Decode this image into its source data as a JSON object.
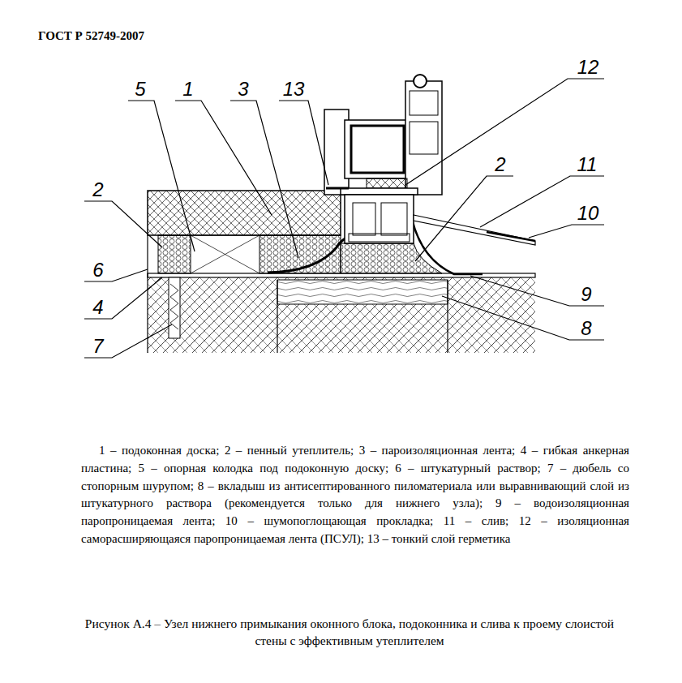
{
  "diagram": {
    "title": "ГОСТ Р 52749-2007",
    "caption": "Рисунок А.4 – Узел нижнего примыкания оконного блока, подоконника и слива к проему слоистой стены с эффективным утеплителем",
    "labels": [
      "5",
      "1",
      "3",
      "13",
      "12",
      "2",
      "11",
      "10",
      "2",
      "6",
      "4",
      "9",
      "8",
      "7",
      "1 – подоконная доска; 2 – пенный утеплитель; 3 – пароизоляционная лента; 4 – гибкая анкерная пластина; 5 – опорная колодка под подоконную доску; 6 – штукатурный раствор; 7 – дюбель со стопорным шурупом; 8 – вкладыш из антисептированного пиломатериала или выравнивающий слой из штукатурного раствора (рекомендуется только для нижнего узла); 9 – водоизоляционная паропроницаемая лента; 10 – шумопоглощающая прокладка; 11 – слив; 12 – изоляционная саморасширяющаяся паропроницаемая лента (ПСУЛ); 13 – тонкий слой герметика"
    ]
  }
}
